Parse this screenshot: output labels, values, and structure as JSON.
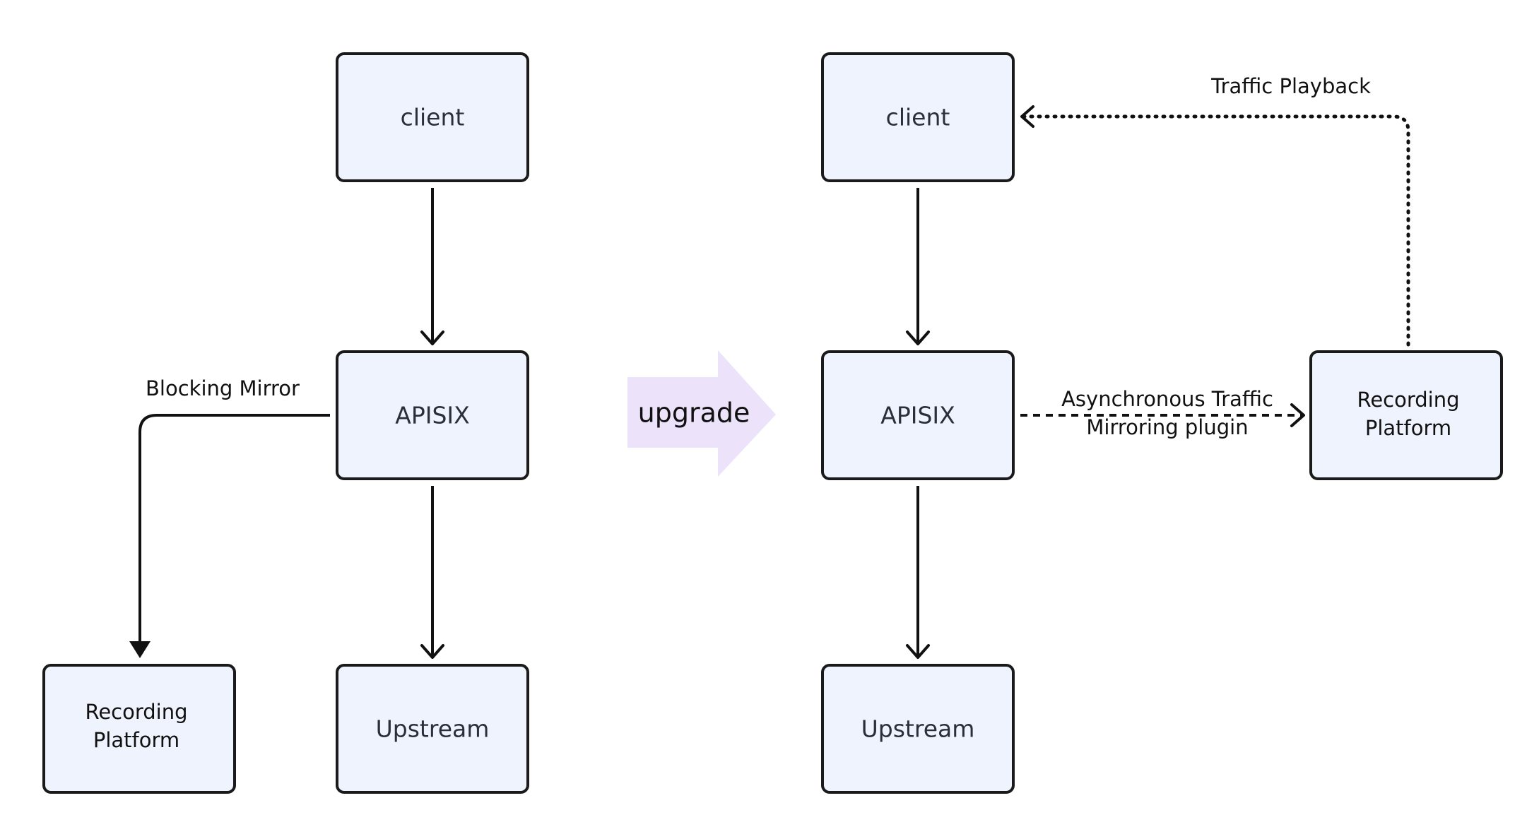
{
  "colors": {
    "node_fill": "#eef3fd",
    "node_stroke": "#1a1a1a",
    "line": "#111111",
    "upgrade_arrow": "#ece3fb",
    "text": "#2a2f3a"
  },
  "left": {
    "client": "client",
    "apisix": "APISIX",
    "upstream": "Upstream",
    "recording_line1": "Recording",
    "recording_line2": "Platform",
    "mirror_label": "Blocking Mirror"
  },
  "upgrade": {
    "label": "upgrade"
  },
  "right": {
    "client": "client",
    "apisix": "APISIX",
    "upstream": "Upstream",
    "recording_line1": "Recording",
    "recording_line2": "Platform",
    "async_label_line1": "Asynchronous Traffic",
    "async_label_line2": "Mirroring plugin",
    "playback_label": "Traffic Playback"
  }
}
